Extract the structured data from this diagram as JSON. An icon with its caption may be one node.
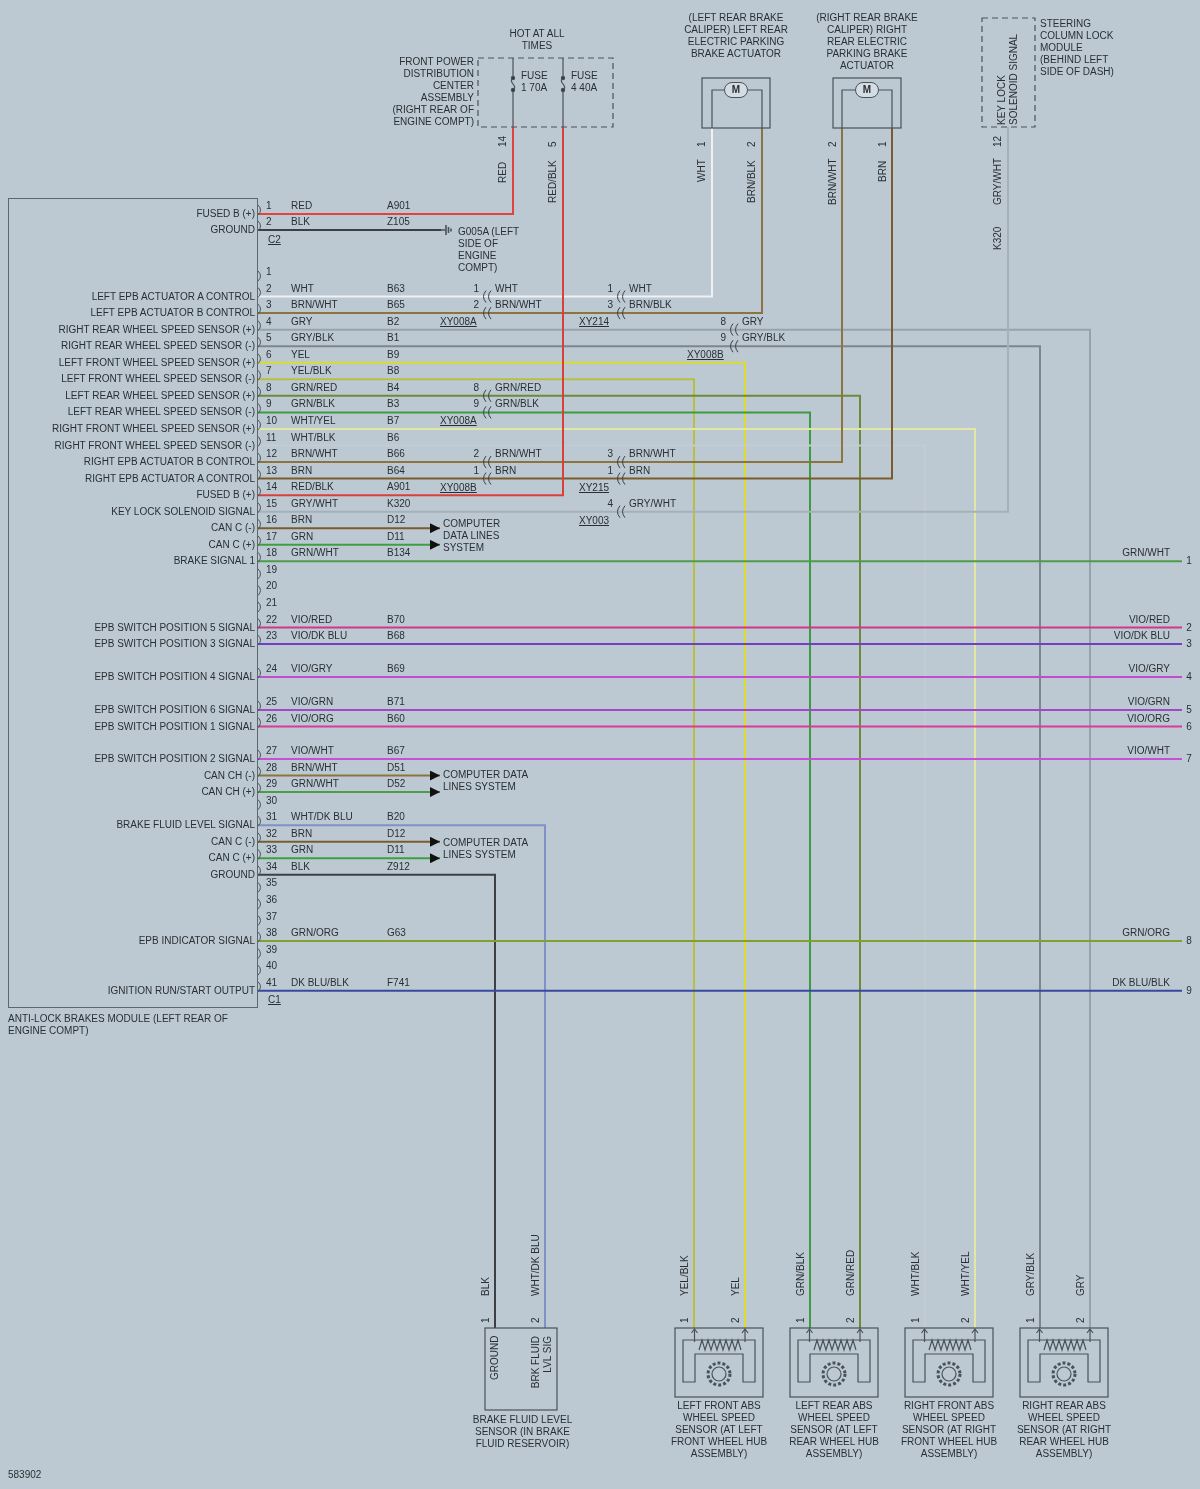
{
  "diagram": {
    "nodes": [
      {
        "text": [
          "ANTI-LOCK BRAKES MODULE (LEFT REAR OF ENGINE COMPT)"
        ]
      },
      {
        "text": [
          "HOT AT ALL TIMES",
          "FRONT POWER DISTRIBUTION CENTER ASSEMBLY (RIGHT REAR OF ENGINE COMPT)"
        ]
      },
      {
        "text": [
          "FUSE 1 70A"
        ],
        "in": 1
      },
      {
        "text": [
          "FUSE 4 40A"
        ],
        "in": 1
      },
      {
        "text": [
          "(LEFT REAR BRAKE CALIPER) LEFT REAR ELECTRIC PARKING BRAKE ACTUATOR"
        ]
      },
      {
        "text": [
          "M"
        ],
        "in": 4
      },
      {
        "text": [
          "(RIGHT REAR BRAKE CALIPER) RIGHT REAR ELECTRIC PARKING BRAKE ACTUATOR"
        ]
      },
      {
        "text": [
          "M"
        ],
        "in": 6
      },
      {
        "text": [
          "KEY LOCK SOLENOID SIGNAL",
          "STEERING COLUMN LOCK MODULE (BEHIND LEFT SIDE OF DASH)"
        ]
      },
      {
        "text": [
          "G005A (LEFT SIDE OF ENGINE COMPT)"
        ]
      },
      {
        "text": [
          "COMPUTER DATA LINES SYSTEM"
        ]
      },
      {
        "text": [
          "COMPUTER DATA LINES SYSTEM"
        ]
      },
      {
        "text": [
          "COMPUTER DATA LINES SYSTEM"
        ]
      },
      {
        "text": [
          "GROUND",
          "BRK FLUID LVL SIG",
          "BRAKE FLUID LEVEL SENSOR (IN BRAKE FLUID RESERVOIR)"
        ]
      },
      {
        "text": [
          "LEFT FRONT ABS WHEEL SPEED SENSOR (AT LEFT FRONT WHEEL HUB ASSEMBLY)"
        ]
      },
      {
        "text": [
          "LEFT REAR ABS WHEEL SPEED SENSOR (AT LEFT REAR WHEEL HUB ASSEMBLY)"
        ]
      },
      {
        "text": [
          "RIGHT FRONT ABS WHEEL SPEED SENSOR (AT RIGHT FRONT WHEEL HUB ASSEMBLY)"
        ]
      },
      {
        "text": [
          "RIGHT REAR ABS WHEEL SPEED SENSOR (AT RIGHT REAR WHEEL HUB ASSEMBLY)"
        ]
      },
      {
        "text": [
          "1"
        ]
      },
      {
        "text": [
          "2"
        ]
      },
      {
        "text": [
          "3"
        ]
      },
      {
        "text": [
          "4"
        ]
      },
      {
        "text": [
          "5"
        ]
      },
      {
        "text": [
          "6"
        ]
      },
      {
        "text": [
          "7"
        ]
      },
      {
        "text": [
          "8"
        ]
      },
      {
        "text": [
          "9"
        ]
      }
    ],
    "edges": [
      {
        "from": 0,
        "to": 2,
        "arrow": "none",
        "color": "#e0443c"
      },
      {
        "from": 0,
        "to": 9,
        "arrow": "none",
        "color": "#3c4044"
      },
      {
        "from": 0,
        "to": 4,
        "arrow": "none",
        "color": "#eef2f4"
      },
      {
        "from": 0,
        "to": 4,
        "arrow": "none",
        "color": "#8c7440"
      },
      {
        "from": 0,
        "to": 17,
        "arrow": "none",
        "color": "#98a2aa"
      },
      {
        "from": 0,
        "to": 17,
        "arrow": "none",
        "color": "#7e868c"
      },
      {
        "from": 0,
        "to": 14,
        "arrow": "none",
        "color": "#dcdc2c"
      },
      {
        "from": 0,
        "to": 14,
        "arrow": "none",
        "color": "#b8c040"
      },
      {
        "from": 0,
        "to": 15,
        "arrow": "none",
        "color": "#6c8a3a"
      },
      {
        "from": 0,
        "to": 15,
        "arrow": "none",
        "color": "#3c9a40"
      },
      {
        "from": 0,
        "to": 16,
        "arrow": "none",
        "color": "#e2e8a4"
      },
      {
        "from": 0,
        "to": 16,
        "arrow": "none",
        "color": "#c4ccd2"
      },
      {
        "from": 0,
        "to": 6,
        "arrow": "none",
        "color": "#8c7440"
      },
      {
        "from": 0,
        "to": 6,
        "arrow": "none",
        "color": "#7a5c2c"
      },
      {
        "from": 0,
        "to": 3,
        "arrow": "none",
        "color": "#d8403c"
      },
      {
        "from": 0,
        "to": 8,
        "arrow": "none",
        "color": "#a6b0b8"
      },
      {
        "from": 0,
        "to": 10,
        "arrow": "to",
        "color": "#7a5c2c"
      },
      {
        "from": 0,
        "to": 10,
        "arrow": "to",
        "color": "#3ca040"
      },
      {
        "from": 0,
        "to": 18,
        "arrow": "none",
        "color": "#4c9c48"
      },
      {
        "from": 0,
        "to": 19,
        "arrow": "none",
        "color": "#d0388c"
      },
      {
        "from": 0,
        "to": 20,
        "arrow": "none",
        "color": "#7040c0"
      },
      {
        "from": 0,
        "to": 21,
        "arrow": "none",
        "color": "#c04cd0"
      },
      {
        "from": 0,
        "to": 22,
        "arrow": "none",
        "color": "#a048c8"
      },
      {
        "from": 0,
        "to": 23,
        "arrow": "none",
        "color": "#d83c98"
      },
      {
        "from": 0,
        "to": 24,
        "arrow": "none",
        "color": "#c850d8"
      },
      {
        "from": 0,
        "to": 11,
        "arrow": "to",
        "color": "#8c7440"
      },
      {
        "from": 0,
        "to": 11,
        "arrow": "to",
        "color": "#4c9c48"
      },
      {
        "from": 0,
        "to": 13,
        "arrow": "none",
        "color": "#8090c8"
      },
      {
        "from": 0,
        "to": 12,
        "arrow": "to",
        "color": "#7a5c2c"
      },
      {
        "from": 0,
        "to": 12,
        "arrow": "to",
        "color": "#3ca040"
      },
      {
        "from": 0,
        "to": 13,
        "arrow": "none",
        "color": "#3c4044"
      },
      {
        "from": 0,
        "to": 25,
        "arrow": "none",
        "color": "#80a030"
      },
      {
        "from": 0,
        "to": 26,
        "arrow": "none",
        "color": "#3848a0"
      },
      {
        "from": 5,
        "to": 4,
        "arrow": "none"
      },
      {
        "from": 5,
        "to": 4,
        "arrow": "none"
      },
      {
        "from": 7,
        "to": 6,
        "arrow": "none"
      },
      {
        "from": 7,
        "to": 6,
        "arrow": "none"
      }
    ],
    "labels": [
      "14",
      "5",
      "RED",
      "RED/BLK",
      "1",
      "2",
      "WHT",
      "BRN/BLK",
      "2",
      "1",
      "BRN/WHT",
      "BRN",
      "12",
      "GRY/WHT",
      "K320",
      "FUSED B (+)",
      "1",
      "RED",
      "A901",
      "GROUND",
      "2",
      "BLK",
      "Z105",
      "C2",
      "1",
      "LEFT EPB ACTUATOR A CONTROL",
      "2",
      "WHT",
      "B63",
      "LEFT EPB ACTUATOR B CONTROL",
      "3",
      "BRN/WHT",
      "B65",
      "RIGHT REAR WHEEL SPEED SENSOR (+)",
      "4",
      "GRY",
      "B2",
      "RIGHT REAR WHEEL SPEED SENSOR (-)",
      "5",
      "GRY/BLK",
      "B1",
      "LEFT FRONT WHEEL SPEED SENSOR (+)",
      "6",
      "YEL",
      "B9",
      "LEFT FRONT WHEEL SPEED SENSOR (-)",
      "7",
      "YEL/BLK",
      "B8",
      "LEFT REAR WHEEL SPEED SENSOR (+)",
      "8",
      "GRN/RED",
      "B4",
      "LEFT REAR WHEEL SPEED SENSOR (-)",
      "9",
      "GRN/BLK",
      "B3",
      "RIGHT FRONT WHEEL SPEED SENSOR (+)",
      "10",
      "WHT/YEL",
      "B7",
      "RIGHT FRONT WHEEL SPEED SENSOR (-)",
      "11",
      "WHT/BLK",
      "B6",
      "RIGHT EPB ACTUATOR B CONTROL",
      "12",
      "BRN/WHT",
      "B66",
      "RIGHT EPB ACTUATOR A CONTROL",
      "13",
      "BRN",
      "B64",
      "FUSED B (+)",
      "14",
      "RED/BLK",
      "A901",
      "KEY LOCK SOLENOID SIGNAL",
      "15",
      "GRY/WHT",
      "K320",
      "CAN C (-)",
      "16",
      "BRN",
      "D12",
      "CAN C (+)",
      "17",
      "GRN",
      "D11",
      "BRAKE SIGNAL 1",
      "18",
      "GRN/WHT",
      "B134",
      "19",
      "20",
      "21",
      "EPB SWITCH POSITION 5 SIGNAL",
      "22",
      "VIO/RED",
      "B70",
      "EPB SWITCH POSITION 3 SIGNAL",
      "23",
      "VIO/DK BLU",
      "B68",
      "EPB SWITCH POSITION 4 SIGNAL",
      "24",
      "VIO/GRY",
      "B69",
      "EPB SWITCH POSITION 6 SIGNAL",
      "25",
      "VIO/GRN",
      "B71",
      "EPB SWITCH POSITION 1 SIGNAL",
      "26",
      "VIO/ORG",
      "B60",
      "EPB SWITCH POSITION 2 SIGNAL",
      "27",
      "VIO/WHT",
      "B67",
      "CAN CH (-)",
      "28",
      "BRN/WHT",
      "D51",
      "CAN CH (+)",
      "29",
      "GRN/WHT",
      "D52",
      "30",
      "BRAKE FLUID LEVEL SIGNAL",
      "31",
      "WHT/DK BLU",
      "B20",
      "CAN C (-)",
      "32",
      "BRN",
      "D12",
      "CAN C (+)",
      "33",
      "GRN",
      "D11",
      "GROUND",
      "34",
      "BLK",
      "Z912",
      "35",
      "36",
      "37",
      "EPB INDICATOR SIGNAL",
      "38",
      "GRN/ORG",
      "G63",
      "39",
      "40",
      "IGNITION RUN/START OUTPUT",
      "41",
      "DK BLU/BLK",
      "F741",
      "C1",
      "1",
      "WHT",
      "2",
      "BRN/WHT",
      "XY008A",
      "1",
      "WHT",
      "3",
      "BRN/BLK",
      "XY214",
      "8",
      "GRY",
      "9",
      "GRY/BLK",
      "XY008B",
      "8",
      "GRN/RED",
      "9",
      "GRN/BLK",
      "XY008A",
      "2",
      "BRN/WHT",
      "1",
      "BRN",
      "XY008B",
      "3",
      "BRN/WHT",
      "1",
      "BRN",
      "XY215",
      "4",
      "GRY/WHT",
      "XY003",
      "GRN/WHT",
      "VIO/RED",
      "VIO/DK BLU",
      "VIO/GRY",
      "VIO/GRN",
      "VIO/ORG",
      "VIO/WHT",
      "GRN/ORG",
      "DK BLU/BLK",
      "BLK",
      "WHT/DK BLU",
      "1",
      "2",
      "YEL/BLK",
      "YEL",
      "1",
      "2",
      "GRN/BLK",
      "GRN/RED",
      "1",
      "2",
      "WHT/BLK",
      "WHT/YEL",
      "1",
      "2",
      "GRY/BLK",
      "GRY",
      "1",
      "2",
      "583902"
    ]
  }
}
